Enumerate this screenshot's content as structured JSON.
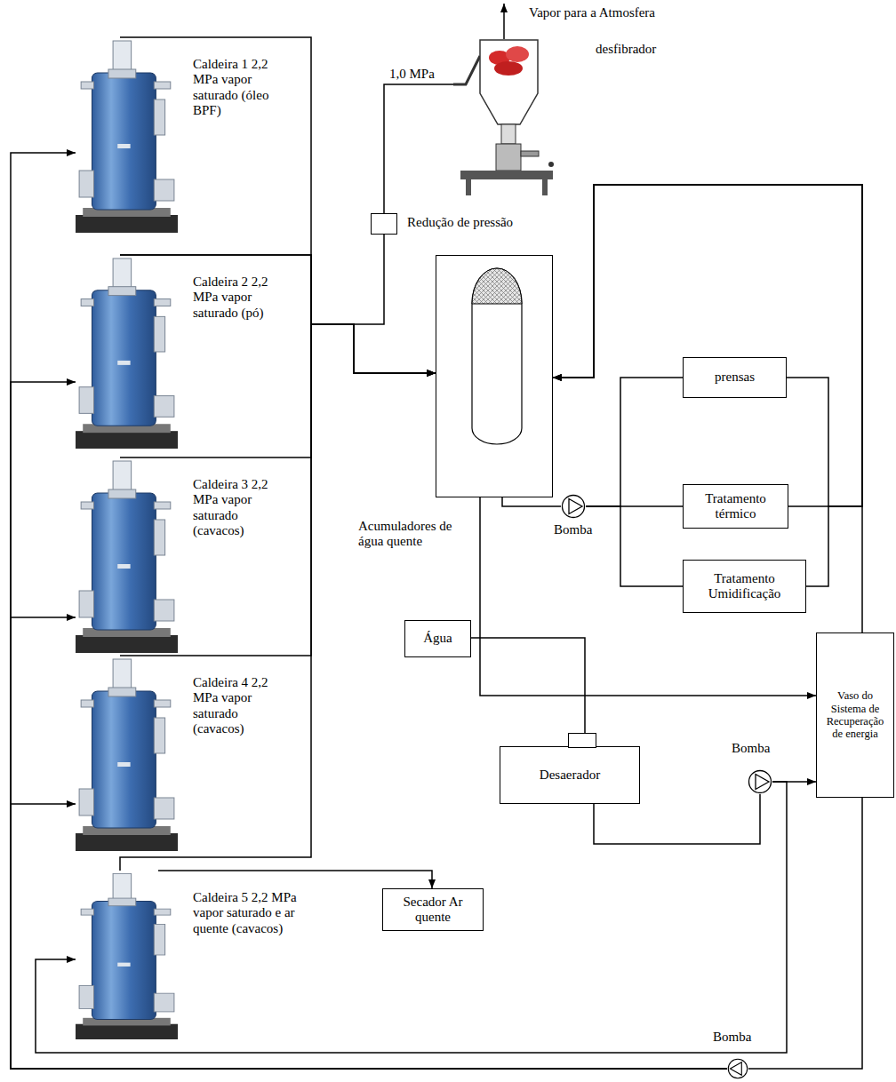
{
  "diagram": {
    "nodes": [
      {
        "text": [
          "Caldeira 1 2,2 MPa vapor saturado (óleo BPF)"
        ]
      },
      {
        "text": [
          "Caldeira 2 2,2 MPa vapor saturado (pó)"
        ]
      },
      {
        "text": [
          "Caldeira 3 2,2 MPa vapor saturado (cavacos)"
        ]
      },
      {
        "text": [
          "Caldeira 4 2,2 MPa vapor saturado (cavacos)"
        ]
      },
      {
        "text": [
          "Caldeira 5 2,2 MPa vapor saturado e ar quente (cavacos)"
        ]
      },
      {
        "text": [
          "desfibrador"
        ]
      },
      {
        "text": [
          "Redução de pressão"
        ]
      },
      {
        "text": [
          "Acumuladores de água quente"
        ]
      },
      {
        "text": [
          "Bomba"
        ]
      },
      {
        "text": [
          "prensas"
        ]
      },
      {
        "text": [
          "Tratamento térmico"
        ]
      },
      {
        "text": [
          "Tratamento Umidificação"
        ]
      },
      {
        "text": [
          "Água"
        ]
      },
      {
        "text": [
          "Desaerador"
        ]
      },
      {
        "text": [
          "Bomba"
        ]
      },
      {
        "text": [
          "Vaso do Sistema de Recuperação de energia"
        ]
      },
      {
        "text": [
          "Secador Ar quente"
        ]
      },
      {
        "text": [
          "Bomba"
        ]
      }
    ],
    "edges": [
      {
        "from": 0,
        "to": 7,
        "arrow": "to"
      },
      {
        "from": 1,
        "to": 7,
        "arrow": "to"
      },
      {
        "from": 2,
        "to": 7,
        "arrow": "to"
      },
      {
        "from": 3,
        "to": 7,
        "arrow": "to"
      },
      {
        "from": 4,
        "to": 7,
        "arrow": "to"
      },
      {
        "from": 1,
        "to": 6,
        "arrow": "none"
      },
      {
        "from": 6,
        "to": 5,
        "arrow": "none"
      },
      {
        "from": 4,
        "to": 16,
        "arrow": "to"
      },
      {
        "from": 7,
        "to": 8,
        "arrow": "none"
      },
      {
        "from": 8,
        "to": 10,
        "arrow": "none"
      },
      {
        "from": 8,
        "to": 9,
        "arrow": "none"
      },
      {
        "from": 8,
        "to": 11,
        "arrow": "none"
      },
      {
        "from": 9,
        "to": 7,
        "arrow": "to"
      },
      {
        "from": 10,
        "to": 7,
        "arrow": "to"
      },
      {
        "from": 11,
        "to": 7,
        "arrow": "to"
      },
      {
        "from": 7,
        "to": 15,
        "arrow": "to"
      },
      {
        "from": 15,
        "to": 7,
        "arrow": "to"
      },
      {
        "from": 12,
        "to": 13,
        "arrow": "to"
      },
      {
        "from": 13,
        "to": 14,
        "arrow": "none"
      },
      {
        "from": 14,
        "to": 15,
        "arrow": "to"
      },
      {
        "from": 14,
        "to": 4,
        "arrow": "to"
      },
      {
        "from": 15,
        "to": 17,
        "arrow": "none"
      },
      {
        "from": 17,
        "to": 0,
        "arrow": "to"
      },
      {
        "from": 17,
        "to": 1,
        "arrow": "to"
      },
      {
        "from": 17,
        "to": 2,
        "arrow": "to"
      },
      {
        "from": 17,
        "to": 3,
        "arrow": "to"
      }
    ],
    "labels": [
      "Vapor para a Atmosfera",
      "1,0 MPa"
    ]
  }
}
